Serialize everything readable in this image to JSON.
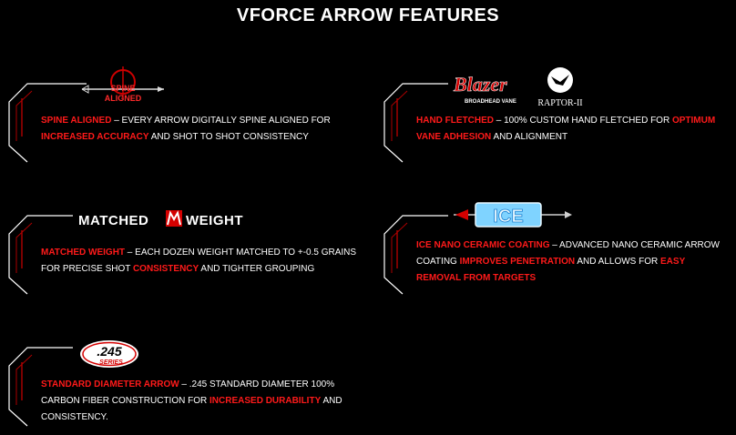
{
  "page_title": "VFORCE ARROW FEATURES",
  "colors": {
    "accent": "#ff1a1a",
    "background": "#000000",
    "text": "#ffffff"
  },
  "features": [
    {
      "logo_icon": "spine-aligned-logo",
      "logo_text": [
        "SPINE",
        "ALIGNED"
      ],
      "parts": [
        "SPINE ALIGNED",
        " – EVERY ARROW DIGITALLY SPINE ALIGNED FOR ",
        "INCREASED ACCURACY",
        " AND SHOT TO SHOT CONSISTENCY"
      ]
    },
    {
      "logo_icon": "blazer-raptor-logos",
      "logo_text": [
        "Blazer",
        "BROADHEAD VANE",
        "RAPTOR-II"
      ],
      "parts": [
        "HAND FLETCHED",
        " – 100% CUSTOM HAND FLETCHED FOR ",
        "OPTIMUM VANE ADHESION",
        " AND ALIGNMENT"
      ]
    },
    {
      "logo_icon": "matched-weight-logo",
      "logo_text": [
        "MATCHED",
        "WEIGHT"
      ],
      "parts": [
        "MATCHED WEIGHT",
        " – EACH DOZEN WEIGHT MATCHED TO +-0.5 GRAINS FOR PRECISE SHOT ",
        "CONSISTENCY",
        " AND TIGHTER GROUPING"
      ]
    },
    {
      "logo_icon": "ice-logo",
      "logo_text": [
        "ICE"
      ],
      "parts": [
        "ICE NANO CERAMIC COATING",
        " – ADVANCED NANO CERAMIC ARROW COATING ",
        "IMPROVES PENETRATION",
        " AND ALLOWS FOR ",
        "EASY REMOVAL FROM TARGETS"
      ]
    },
    {
      "logo_icon": "series-245-logo",
      "logo_text": [
        ".245",
        "SERIES"
      ],
      "parts": [
        "STANDARD DIAMETER ARROW",
        " – .245 STANDARD DIAMETER 100% CARBON FIBER CONSTRUCTION FOR ",
        "INCREASED DURABILITY",
        " AND CONSISTENCY."
      ]
    }
  ]
}
